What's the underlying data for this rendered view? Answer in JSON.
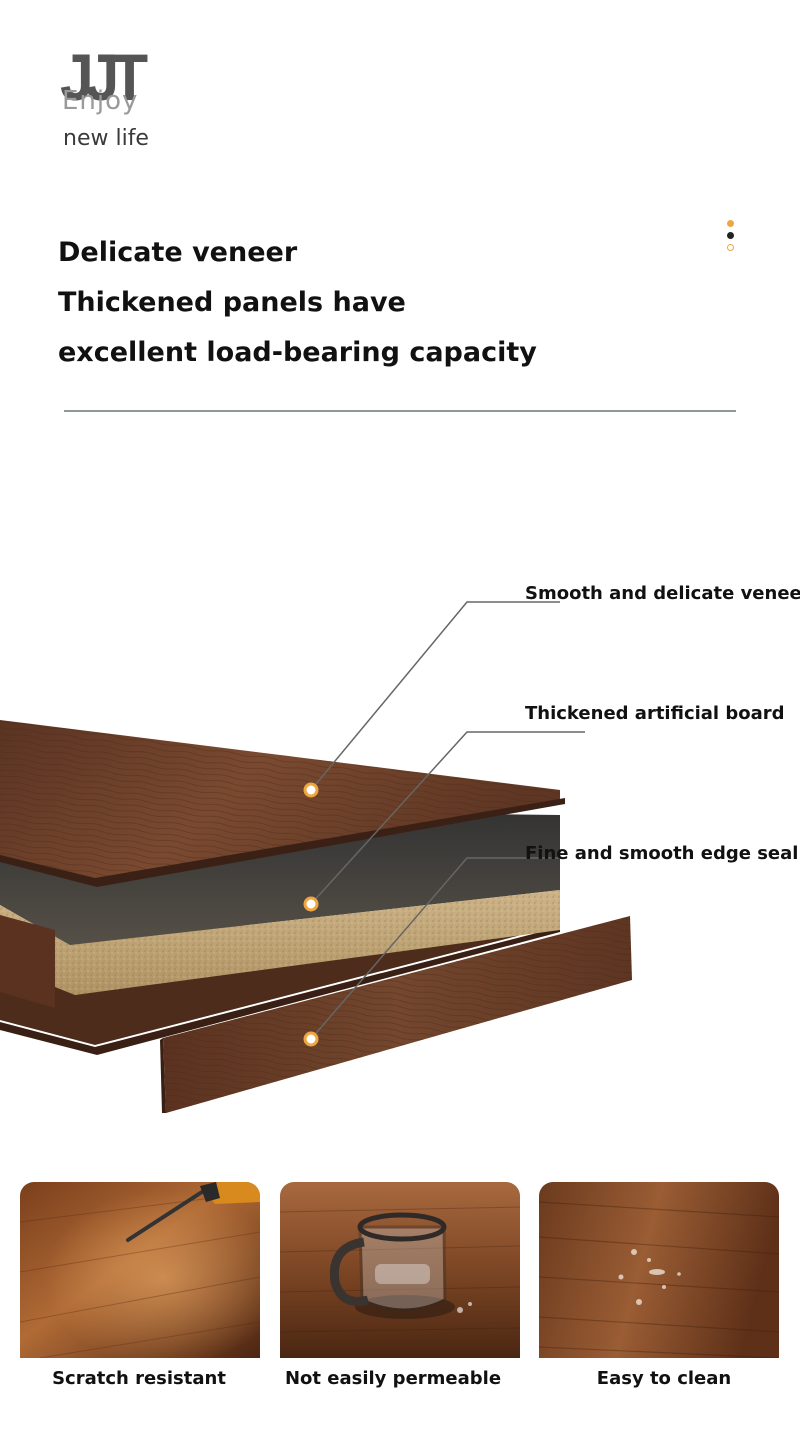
{
  "brand": {
    "logo": "JJT",
    "tagline_faint": "Enjoy",
    "tagline": "new life"
  },
  "heading": {
    "line1": "Delicate veneer",
    "line2": "Thickened panels have",
    "line3": "excellent load-bearing capacity"
  },
  "callouts": {
    "veneer": "Smooth and delicate veneer",
    "board": "Thickened artificial board",
    "edge": "Fine and smooth edge sealing"
  },
  "features": [
    {
      "label": "Scratch resistant",
      "icon": "knife-scratch-photo"
    },
    {
      "label": "Not easily permeable",
      "icon": "cup-on-wood-photo"
    },
    {
      "label": "Easy to clean",
      "icon": "water-droplets-photo"
    }
  ],
  "colors": {
    "accent": "#f0a640",
    "walnut": "#6b3f28",
    "particleboard": "#bfa57a"
  }
}
